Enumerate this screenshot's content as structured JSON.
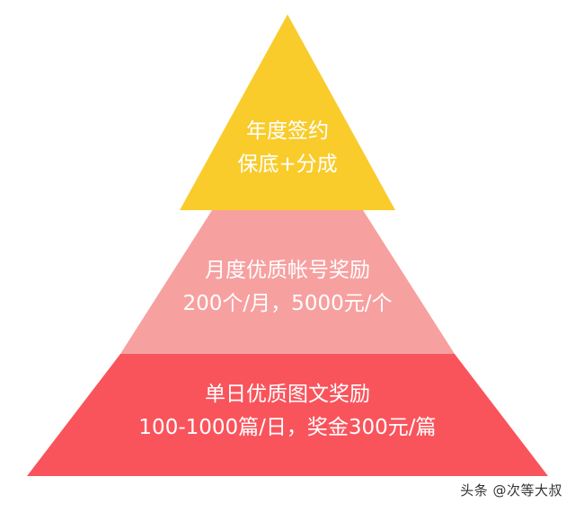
{
  "colors": {
    "top": "#F9CC2C",
    "middle": "#F7A0A0",
    "bottom": "#F9545C",
    "text": "#FFFFFF"
  },
  "tiers": [
    {
      "name": "top",
      "line1": "年度签约",
      "line2": "保底+分成"
    },
    {
      "name": "middle",
      "line1": "月度优质帐号奖励",
      "line2": "200个/月，5000元/个"
    },
    {
      "name": "bottom",
      "line1": "单日优质图文奖励",
      "line2": "100-1000篇/日，奖金300元/篇"
    }
  ],
  "watermark": "头条 @次等大叔"
}
